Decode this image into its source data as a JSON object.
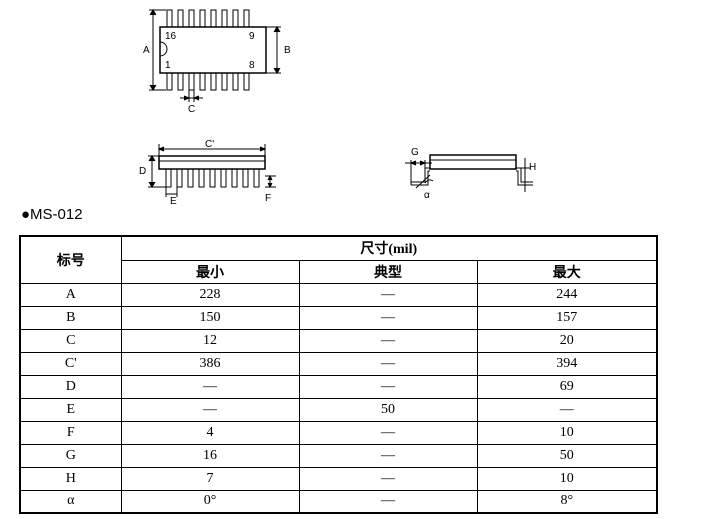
{
  "drawing_labels": {
    "top_view": {
      "dim_a": "A",
      "dim_b": "B",
      "dim_c": "C",
      "pin_16": "16",
      "pin_9": "9",
      "pin_1": "1",
      "pin_8": "8"
    },
    "side_view": {
      "dim_c_prime": "C'",
      "dim_d": "D",
      "dim_e": "E",
      "dim_f": "F"
    },
    "lead_view": {
      "dim_g": "G",
      "dim_h": "H",
      "dim_alpha": "α"
    }
  },
  "package_title": "●MS-012",
  "table": {
    "header_symbol": "标号",
    "header_size": "尺寸(mil)",
    "header_min": "最小",
    "header_typ": "典型",
    "header_max": "最大",
    "rows": [
      {
        "symbol": "A",
        "min": "228",
        "typ": "—",
        "max": "244"
      },
      {
        "symbol": "B",
        "min": "150",
        "typ": "—",
        "max": "157"
      },
      {
        "symbol": "C",
        "min": "12",
        "typ": "—",
        "max": "20"
      },
      {
        "symbol": "C'",
        "min": "386",
        "typ": "—",
        "max": "394"
      },
      {
        "symbol": "D",
        "min": "—",
        "typ": "—",
        "max": "69"
      },
      {
        "symbol": "E",
        "min": "—",
        "typ": "50",
        "max": "—"
      },
      {
        "symbol": "F",
        "min": "4",
        "typ": "—",
        "max": "10"
      },
      {
        "symbol": "G",
        "min": "16",
        "typ": "—",
        "max": "50"
      },
      {
        "symbol": "H",
        "min": "7",
        "typ": "—",
        "max": "10"
      },
      {
        "symbol": "α",
        "min": "0°",
        "typ": "—",
        "max": "8°"
      }
    ]
  }
}
